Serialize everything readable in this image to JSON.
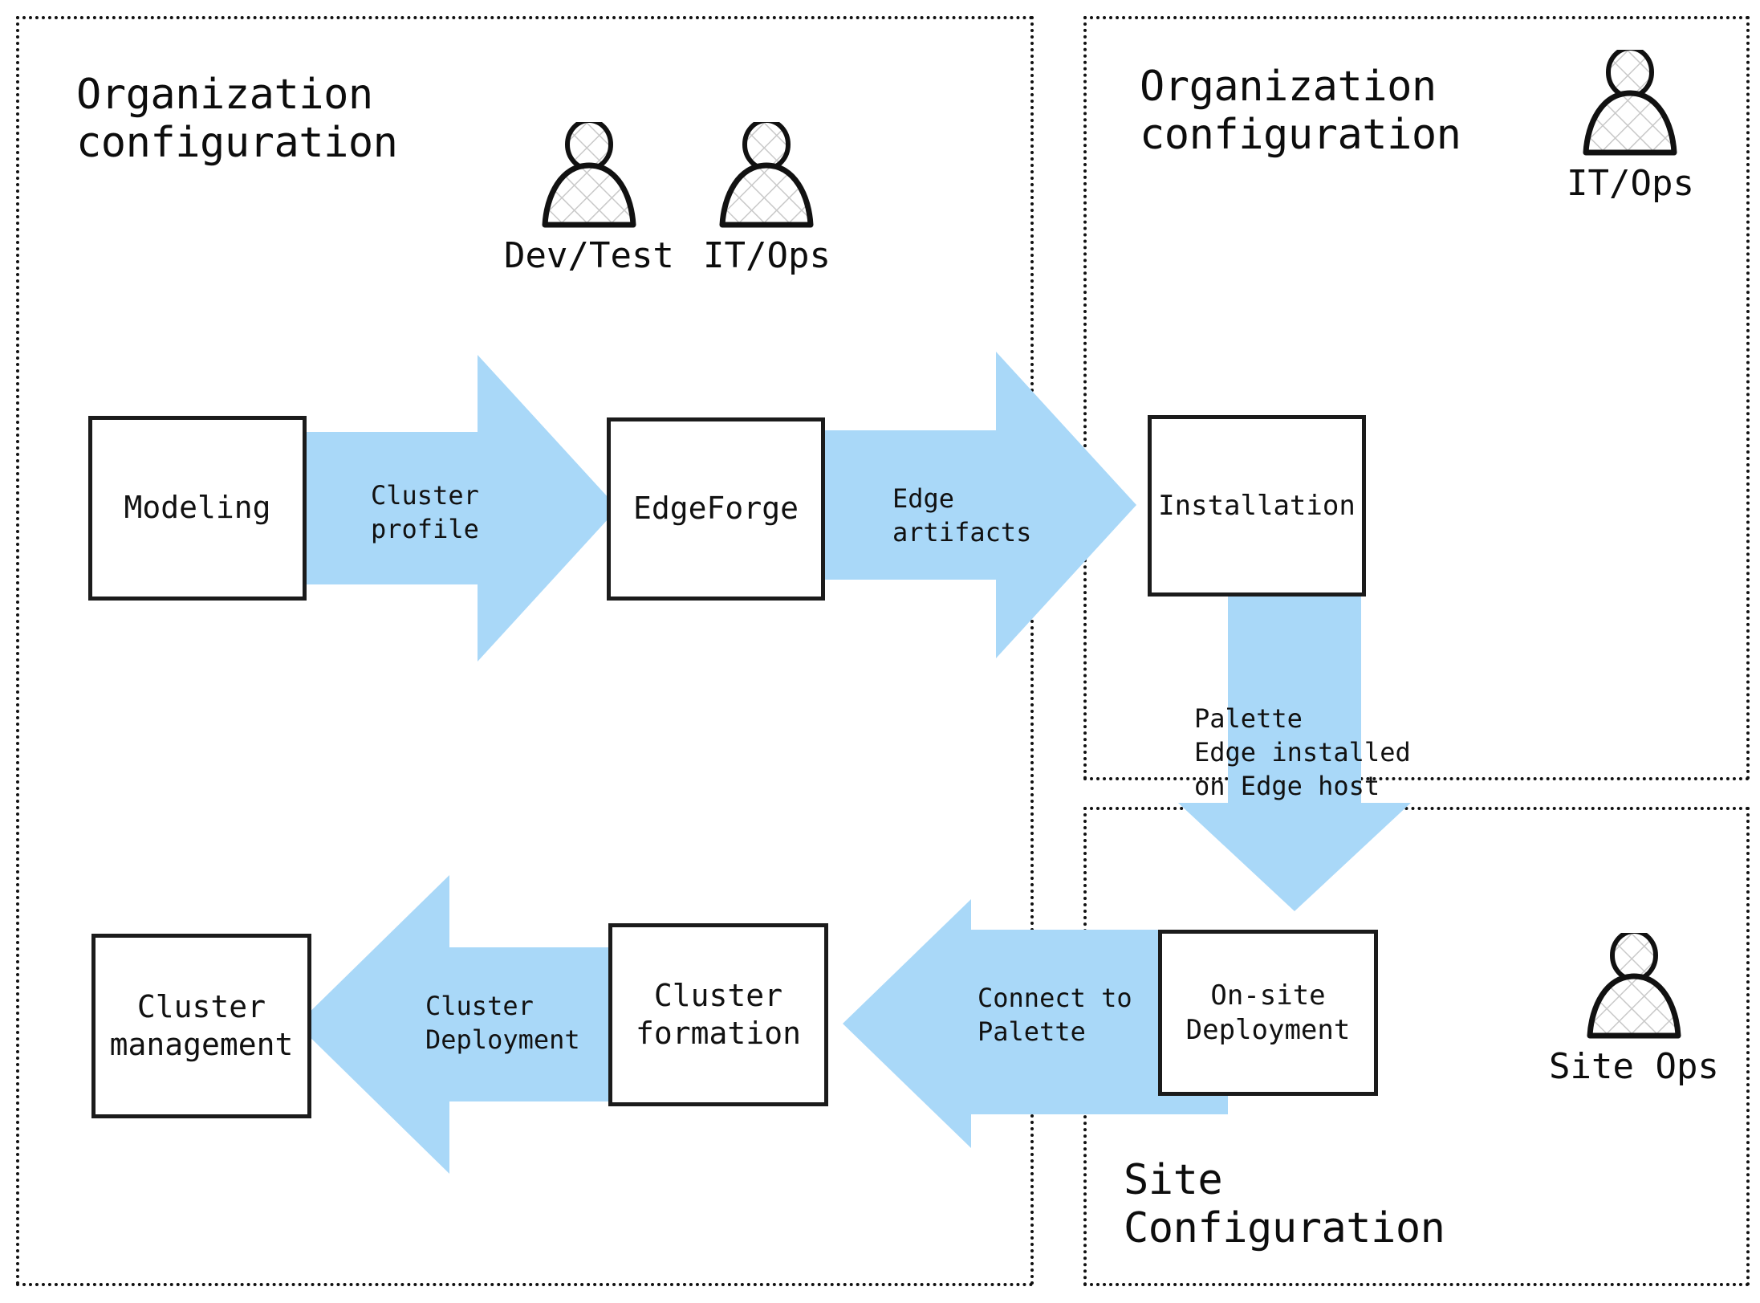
{
  "diagram": {
    "title": "Palette Edge deployment lifecycle",
    "accent_color": "#a9d8f8",
    "outline_color": "#1b1b1b",
    "boundary_style": "dotted"
  },
  "panels": {
    "left": {
      "title": "Organization\nconfiguration"
    },
    "org_right": {
      "title": "Organization\nconfiguration"
    },
    "site": {
      "title": "Site\nConfiguration"
    }
  },
  "personas": [
    {
      "id": "dev-test",
      "label": "Dev/Test",
      "icon": "person-icon"
    },
    {
      "id": "it-ops-left",
      "label": "IT/Ops",
      "icon": "person-icon"
    },
    {
      "id": "it-ops-right",
      "label": "IT/Ops",
      "icon": "person-icon"
    },
    {
      "id": "site-ops",
      "label": "Site Ops",
      "icon": "person-icon"
    }
  ],
  "stages": [
    {
      "id": "modeling",
      "label": "Modeling"
    },
    {
      "id": "edgeforge",
      "label": "EdgeForge"
    },
    {
      "id": "installation",
      "label": "Installation"
    },
    {
      "id": "on-site-deployment",
      "label": "On-site\nDeployment"
    },
    {
      "id": "cluster-formation",
      "label": "Cluster\nformation"
    },
    {
      "id": "cluster-management",
      "label": "Cluster\nmanagement"
    }
  ],
  "flows": [
    {
      "id": "cluster-profile",
      "label": "Cluster\nprofile",
      "direction": "right",
      "from": "modeling",
      "to": "edgeforge"
    },
    {
      "id": "edge-artifacts",
      "label": "Edge\nartifacts",
      "direction": "right",
      "from": "edgeforge",
      "to": "installation"
    },
    {
      "id": "palette-edge-installed",
      "label": "Palette\nEdge installed\non Edge host",
      "direction": "down",
      "from": "installation",
      "to": "on-site-deployment"
    },
    {
      "id": "connect-to-palette",
      "label": "Connect to\nPalette",
      "direction": "left",
      "from": "on-site-deployment",
      "to": "cluster-formation"
    },
    {
      "id": "cluster-deployment",
      "label": "Cluster\nDeployment",
      "direction": "left",
      "from": "cluster-formation",
      "to": "cluster-management"
    }
  ]
}
